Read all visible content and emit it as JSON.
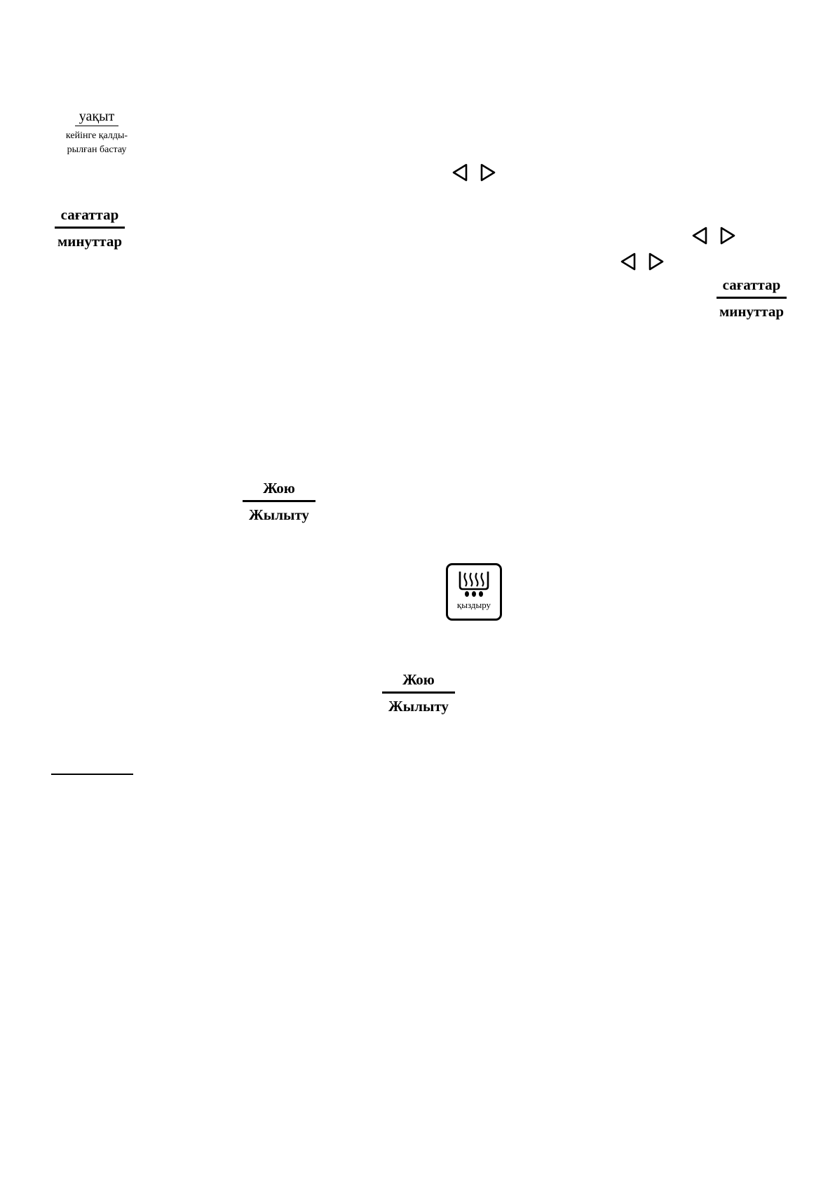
{
  "time_label": {
    "title": "уақыт",
    "line1": "кейінге қалды-",
    "line2": "рылған бастау"
  },
  "hours_minutes_left": {
    "top": "сағаттар",
    "bottom": "минуттар"
  },
  "hours_minutes_right": {
    "top": "сағаттар",
    "bottom": "минуттар"
  },
  "clean_heat_1": {
    "top": "Жою",
    "bottom": "Жылыту"
  },
  "clean_heat_2": {
    "top": "Жою",
    "bottom": "Жылыту"
  },
  "heating_button": {
    "label": "қыздыру",
    "icon": "steam-heating-icon"
  },
  "icons": {
    "left_arrow": "left-triangle-arrow-icon",
    "right_arrow": "right-triangle-arrow-icon"
  }
}
